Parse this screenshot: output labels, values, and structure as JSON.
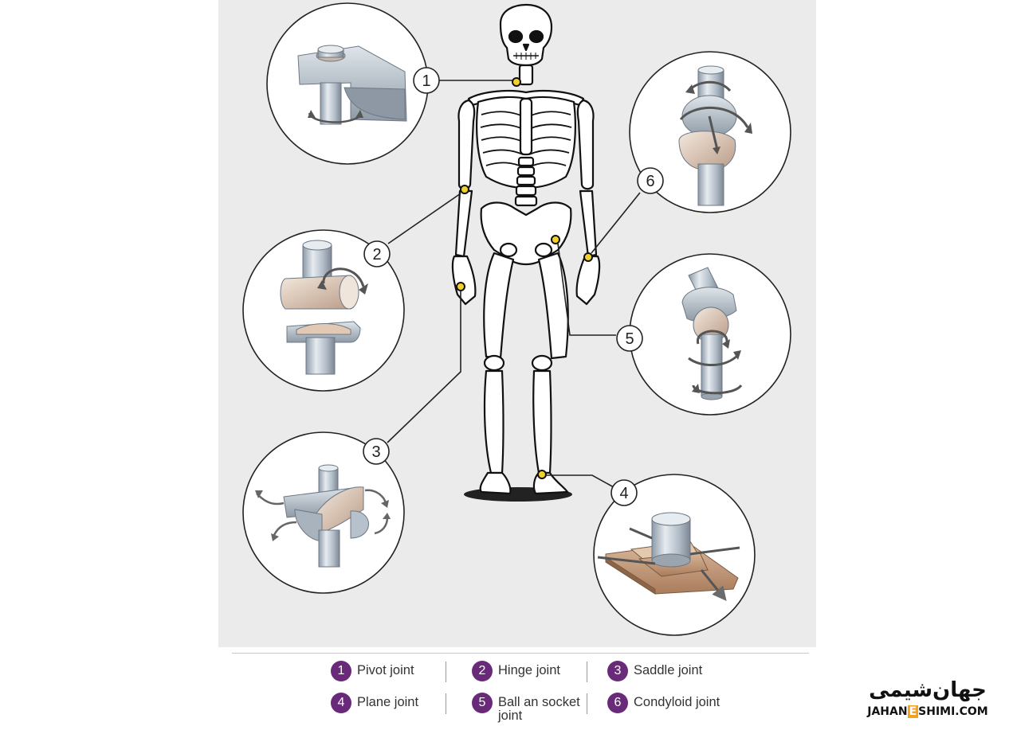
{
  "diagram": {
    "callouts": [
      {
        "num": "1"
      },
      {
        "num": "2"
      },
      {
        "num": "3"
      },
      {
        "num": "4"
      },
      {
        "num": "5"
      },
      {
        "num": "6"
      }
    ]
  },
  "legend": {
    "items": [
      {
        "num": "1",
        "label": "Pivot joint"
      },
      {
        "num": "2",
        "label": "Hinge joint"
      },
      {
        "num": "3",
        "label": "Saddle joint"
      },
      {
        "num": "4",
        "label": "Plane joint"
      },
      {
        "num": "5",
        "label": "Ball an socket joint"
      },
      {
        "num": "6",
        "label": "Condyloid joint"
      }
    ],
    "badge_color": "#6a2a7a"
  },
  "logo": {
    "fa_text": "جهان‌شیمی",
    "en_prefix": "JAHAN",
    "en_mid": "E",
    "en_suffix": "SHIMI.COM",
    "accent": "#f4a21c"
  },
  "colors": {
    "joint_marker": "#f2d22a",
    "background": "#ebebeb"
  }
}
